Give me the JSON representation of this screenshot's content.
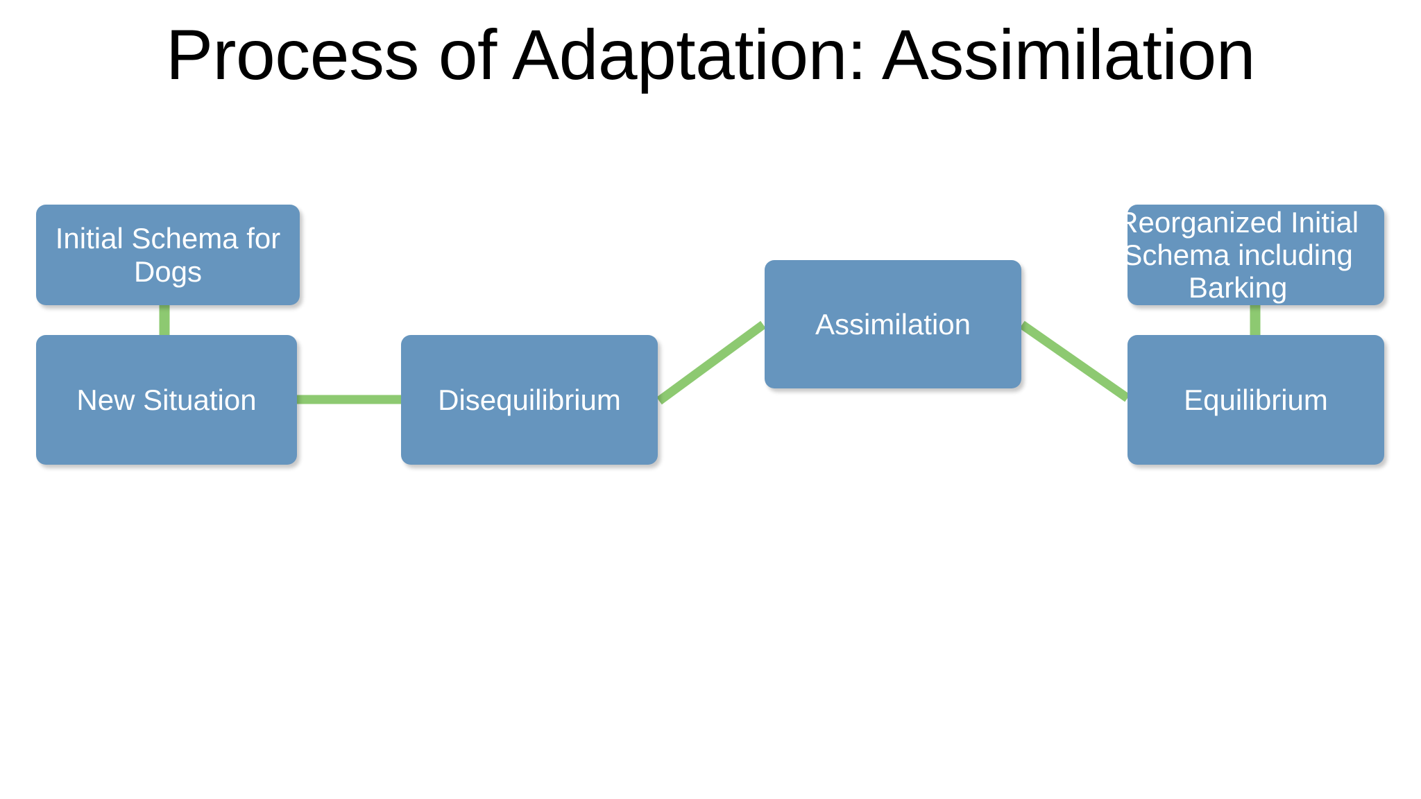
{
  "slide": {
    "title": "Process of Adaptation: Assimilation",
    "background_color": "#ffffff",
    "node_fill_color": "#6695BE",
    "node_text_color": "#ffffff",
    "connector_color": "#8DC971"
  },
  "diagram": {
    "type": "flow",
    "nodes": [
      {
        "id": "initial-schema",
        "label": "Initial Schema for Dogs"
      },
      {
        "id": "new-situation",
        "label": "New Situation"
      },
      {
        "id": "disequilibrium",
        "label": "Disequilibrium"
      },
      {
        "id": "assimilation",
        "label": "Assimilation"
      },
      {
        "id": "reorganized",
        "label": "Reorganized Initial Schema including Barking"
      },
      {
        "id": "equilibrium",
        "label": "Equilibrium"
      }
    ],
    "connectors": [
      {
        "from": "initial-schema",
        "to": "new-situation",
        "style": "vertical"
      },
      {
        "from": "new-situation",
        "to": "disequilibrium",
        "style": "horizontal"
      },
      {
        "from": "disequilibrium",
        "to": "assimilation",
        "style": "diagonal-up"
      },
      {
        "from": "assimilation",
        "to": "equilibrium",
        "style": "diagonal-down"
      },
      {
        "from": "reorganized",
        "to": "equilibrium",
        "style": "vertical"
      }
    ]
  }
}
